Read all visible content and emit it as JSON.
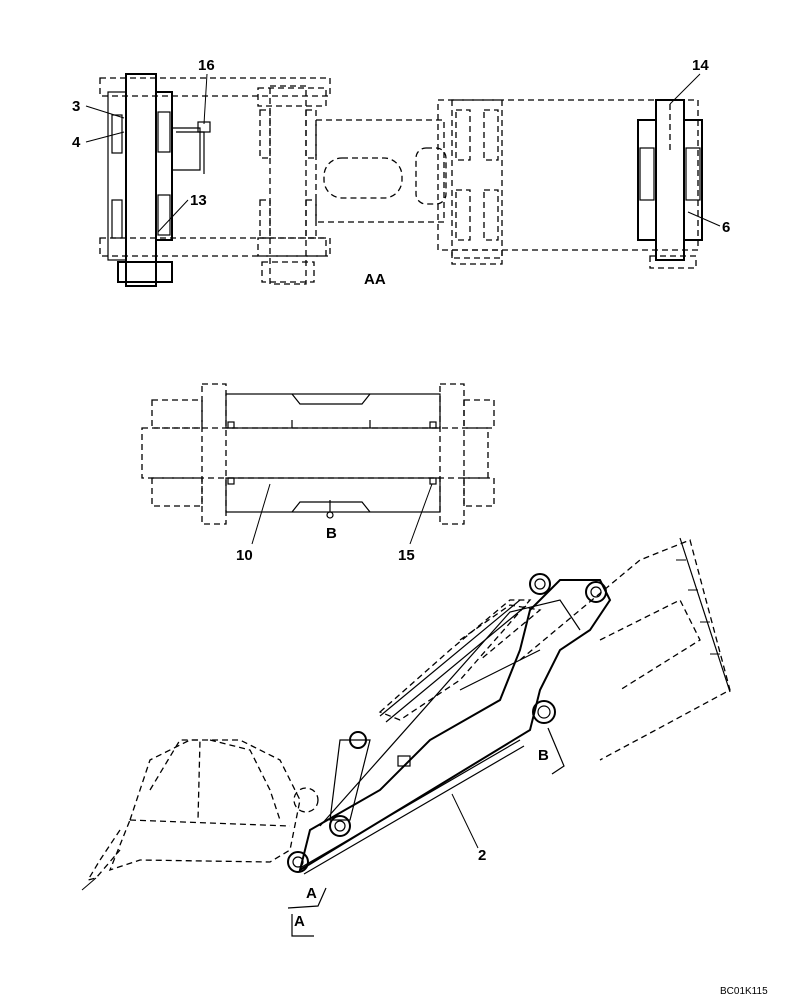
{
  "callouts": {
    "c16": "16",
    "c3": "3",
    "c4": "4",
    "c13": "13",
    "c14": "14",
    "c6": "6",
    "c10": "10",
    "c15": "15",
    "c2": "2"
  },
  "views": {
    "aa": "AA",
    "b_top": "B",
    "b_arm": "B",
    "a_arm": "A",
    "a_section": "A"
  },
  "footer": {
    "drawing_code": "BC01K115"
  }
}
